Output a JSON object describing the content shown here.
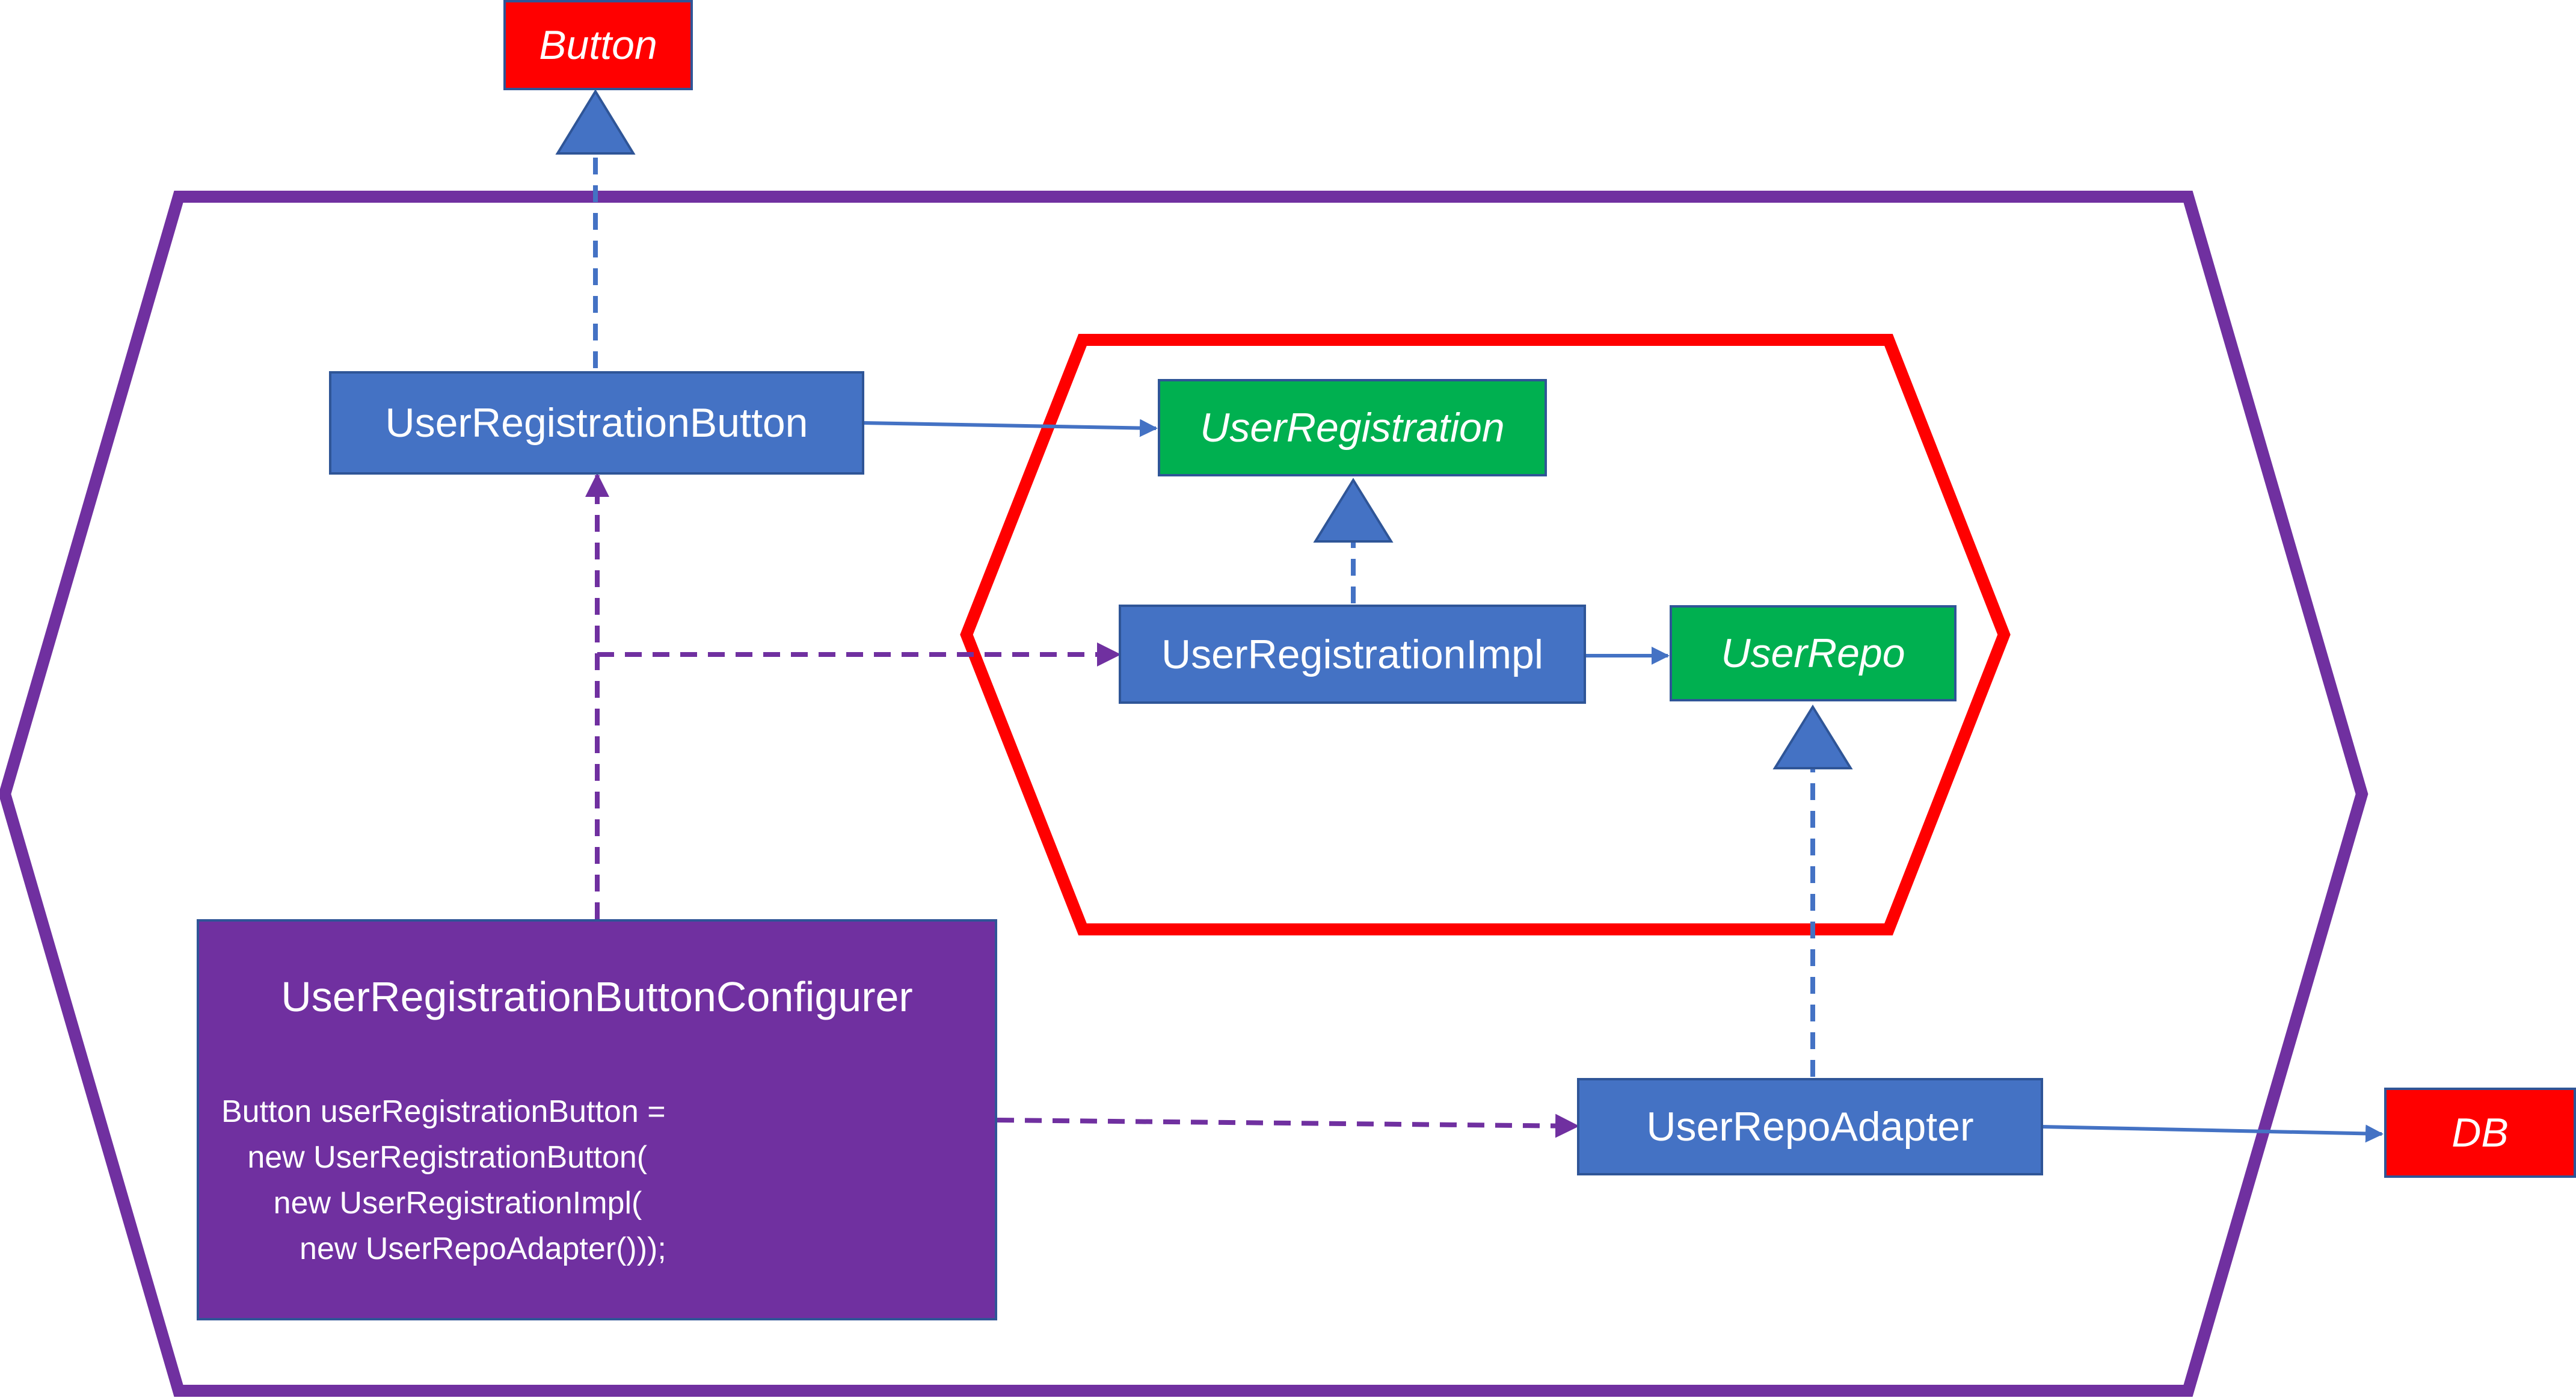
{
  "colors": {
    "outer_hexagon": "#7030a0",
    "inner_hexagon": "#ff0000",
    "class_box": "#4472c4",
    "interface_box": "#00b050",
    "external_box": "#ff0000",
    "configurer_box": "#7030a0",
    "arrow_blue": "#4472c4",
    "arrow_purple": "#7030a0"
  },
  "nodes": {
    "button": "Button",
    "db": "DB",
    "user_registration_button": "UserRegistrationButton",
    "user_registration": "UserRegistration",
    "user_registration_impl": "UserRegistrationImpl",
    "user_repo": "UserRepo",
    "user_repo_adapter": "UserRepoAdapter"
  },
  "configurer": {
    "title": "UserRegistrationButtonConfigurer",
    "code": [
      "Button userRegistrationButton =",
      "   new UserRegistrationButton(",
      "      new UserRegistrationImpl(",
      "         new UserRepoAdapter()));"
    ]
  }
}
